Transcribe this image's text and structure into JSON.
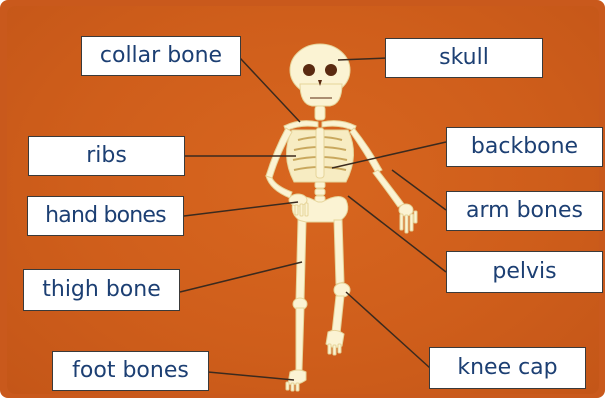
{
  "diagram": {
    "labels": {
      "collar_bone": "collar bone",
      "skull": "skull",
      "ribs": "ribs",
      "backbone": "backbone",
      "hand_bones": "hand bones",
      "arm_bones": "arm bones",
      "pelvis": "pelvis",
      "thigh_bone": "thigh bone",
      "foot_bones": "foot bones",
      "knee_cap": "knee cap"
    },
    "colors": {
      "background": "#cf5e1b",
      "bone": "#fbf3d3",
      "bone_outline": "#e8d9a0",
      "label_text": "#1c3f73",
      "leader_line": "#3b2a1e"
    }
  }
}
